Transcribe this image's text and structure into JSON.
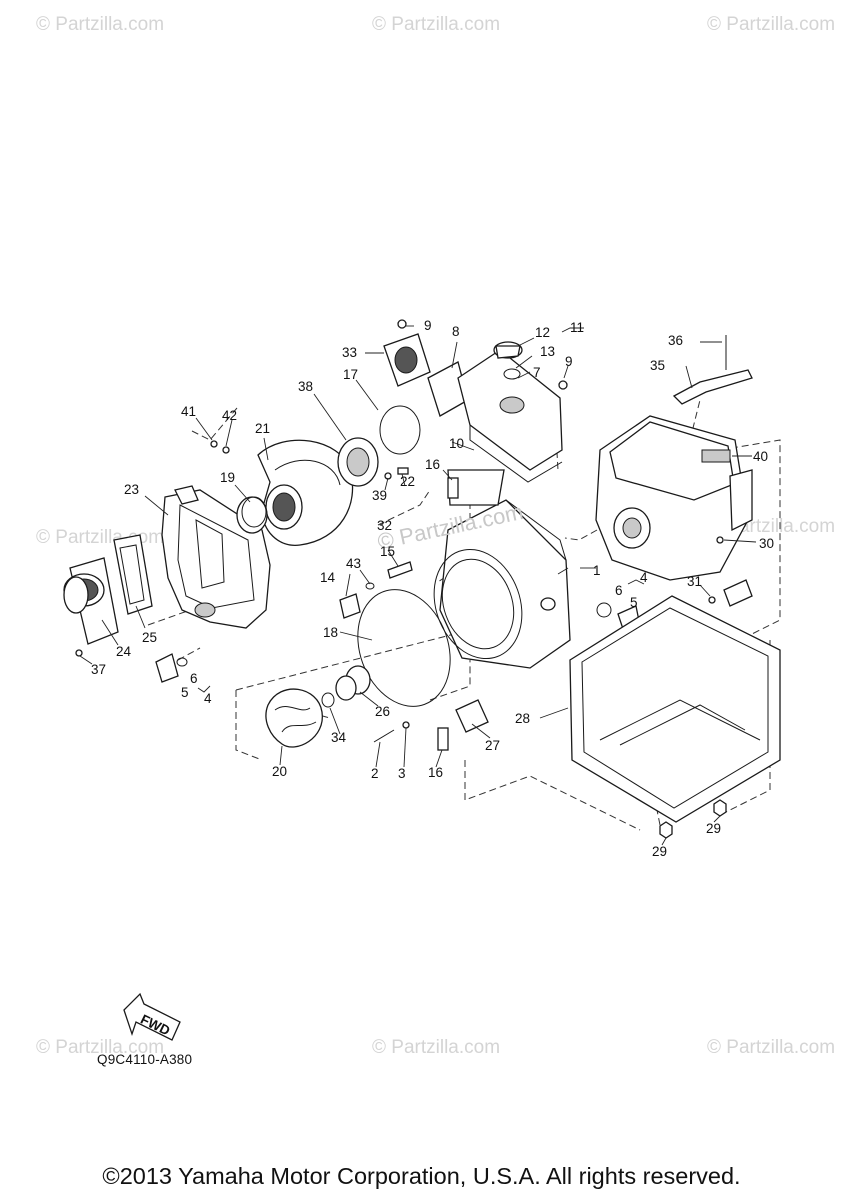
{
  "watermark": "© Partzilla.com",
  "center_watermark": "© Partzilla.com",
  "fwd_label": "FWD",
  "diagram_code": "Q9C4110-A380",
  "copyright": "©2013 Yamaha Motor Corporation, U.S.A. All rights reserved.",
  "callouts": {
    "c1": "1",
    "c2": "2",
    "c3": "3",
    "c4a": "4",
    "c4b": "4",
    "c5a": "5",
    "c5b": "5",
    "c6a": "6",
    "c6b": "6",
    "c7": "7",
    "c8": "8",
    "c9a": "9",
    "c9b": "9",
    "c10": "10",
    "c11": "11",
    "c12": "12",
    "c13": "13",
    "c14": "14",
    "c15": "15",
    "c16a": "16",
    "c16b": "16",
    "c17": "17",
    "c18": "18",
    "c19": "19",
    "c20": "20",
    "c21": "21",
    "c22": "22",
    "c23": "23",
    "c24": "24",
    "c25": "25",
    "c26": "26",
    "c27": "27",
    "c28": "28",
    "c29a": "29",
    "c29b": "29",
    "c30": "30",
    "c31": "31",
    "c32": "32",
    "c33": "33",
    "c34": "34",
    "c35": "35",
    "c36": "36",
    "c37": "37",
    "c38": "38",
    "c39": "39",
    "c40": "40",
    "c41": "41",
    "c42": "42",
    "c43": "43"
  }
}
